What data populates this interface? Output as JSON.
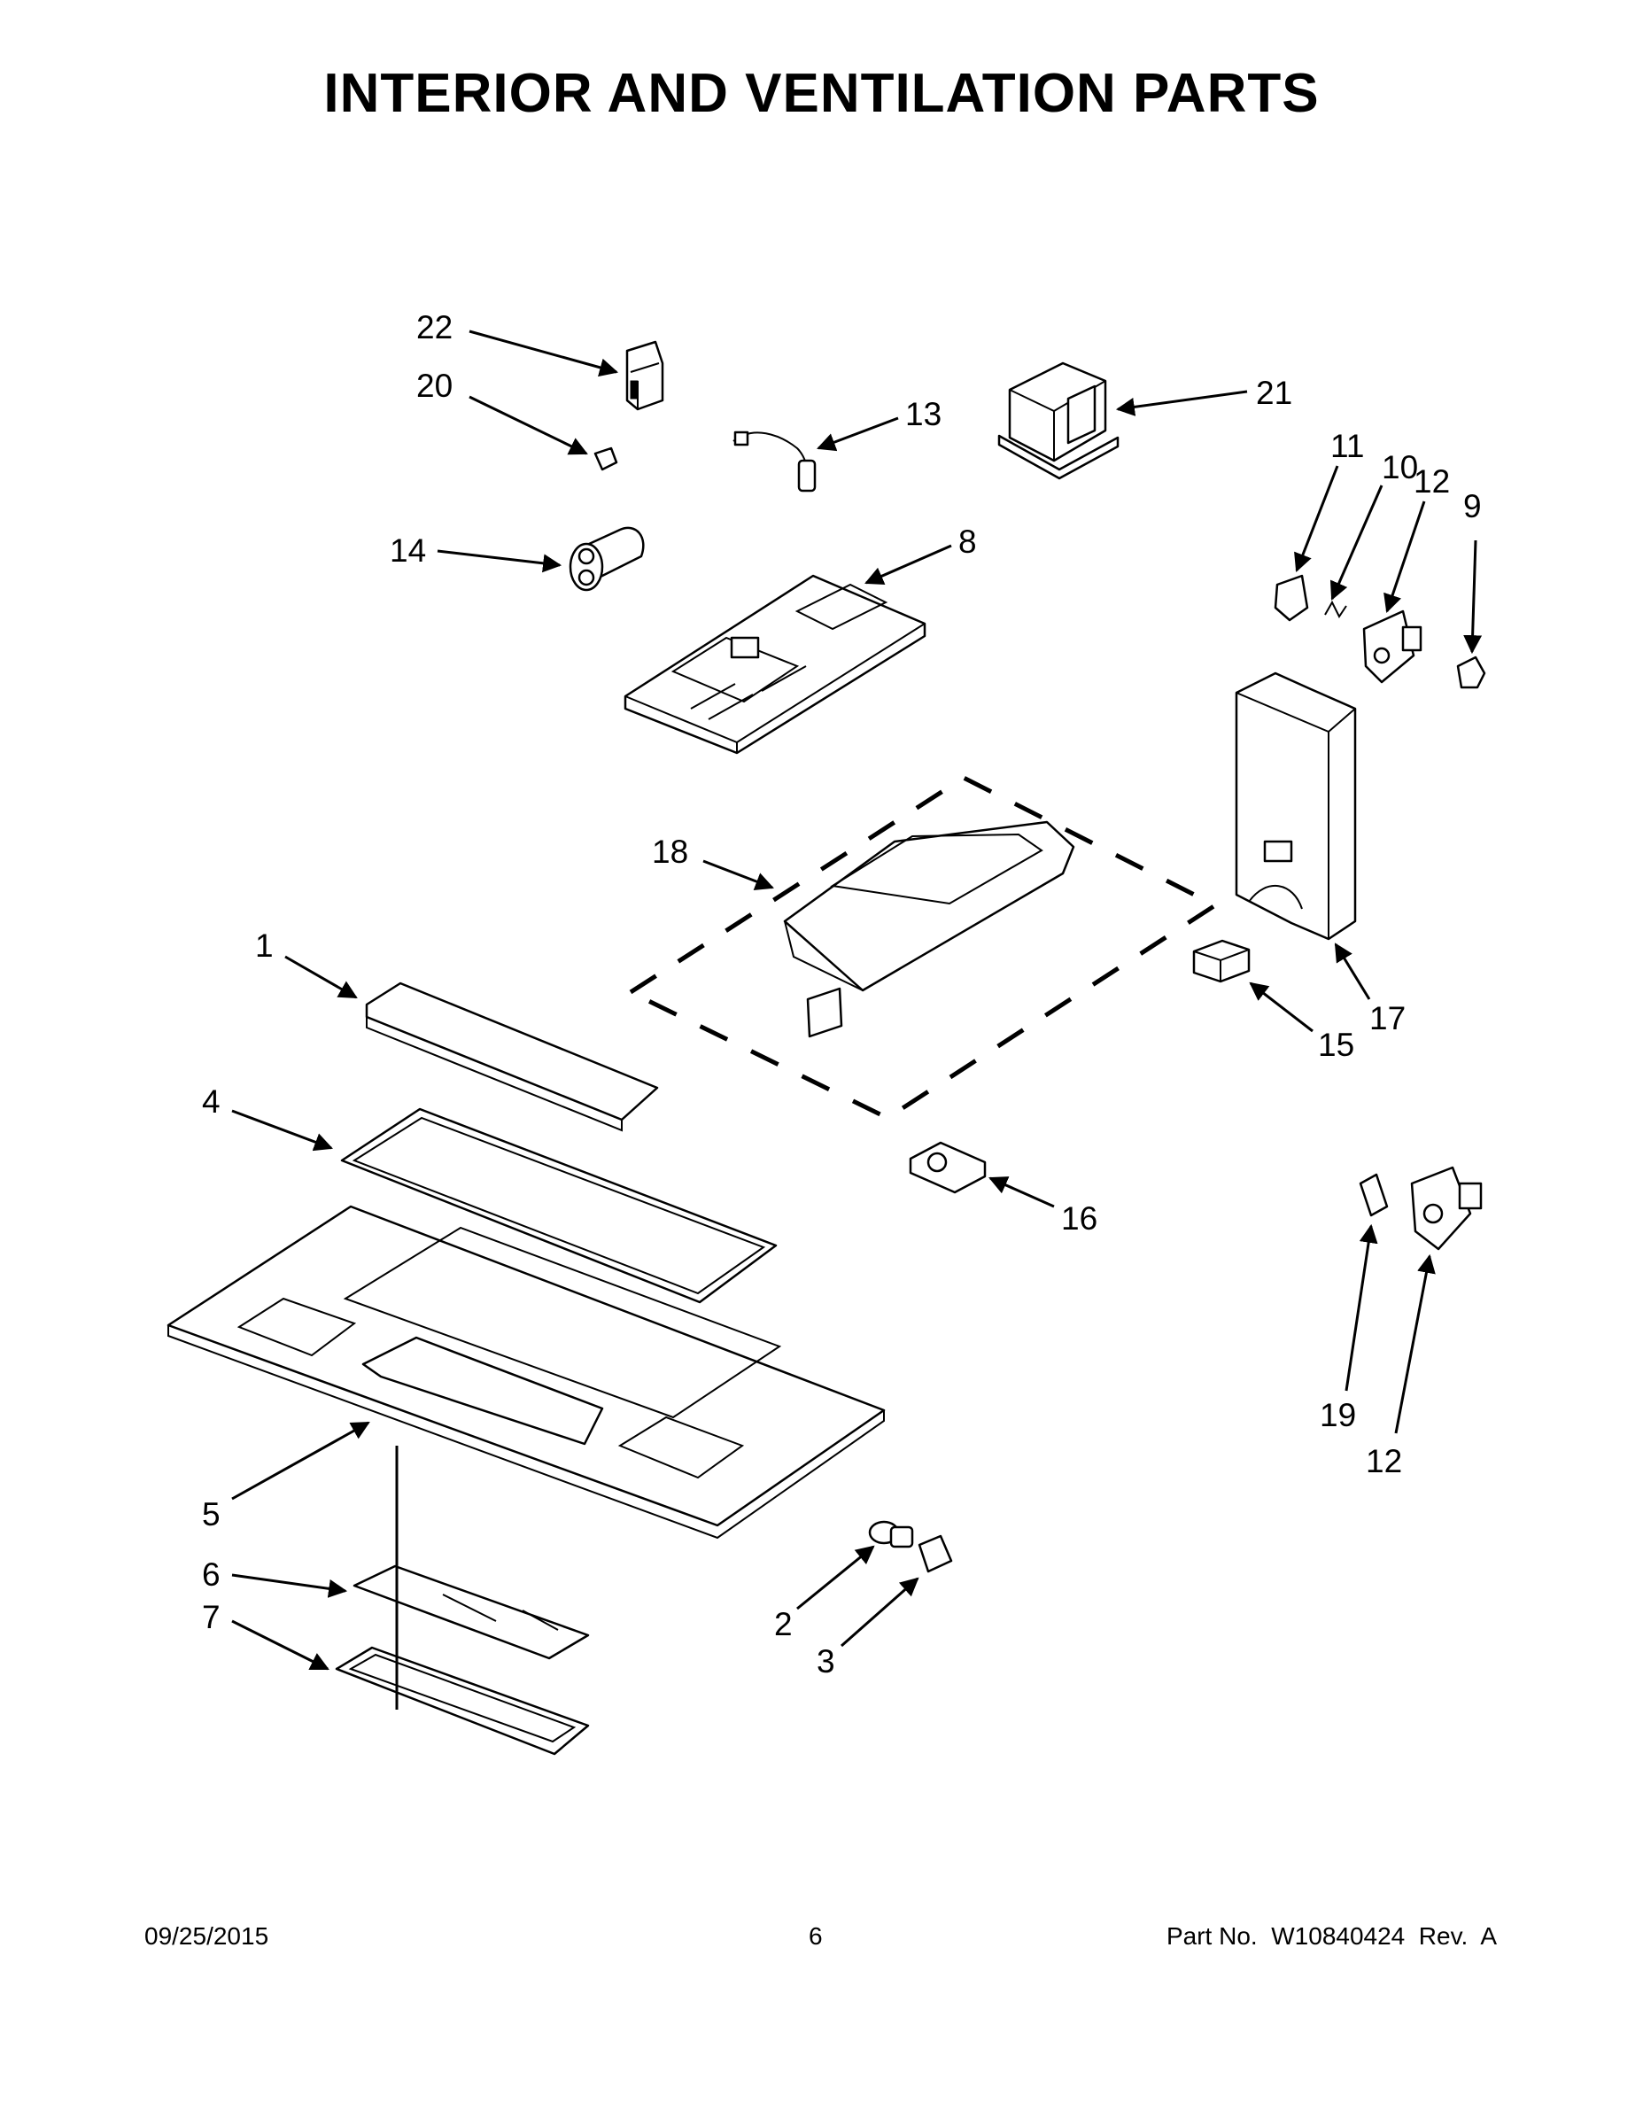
{
  "title": "INTERIOR AND VENTILATION PARTS",
  "callouts": [
    "22",
    "20",
    "13",
    "21",
    "14",
    "8",
    "11",
    "10",
    "12",
    "9",
    "18",
    "17",
    "15",
    "1",
    "4",
    "16",
    "19",
    "12",
    "5",
    "6",
    "7",
    "2",
    "3"
  ],
  "footer": {
    "date": "09/25/2015",
    "page": "6",
    "part_number": "Part No.  W10840424  Rev.  A"
  }
}
